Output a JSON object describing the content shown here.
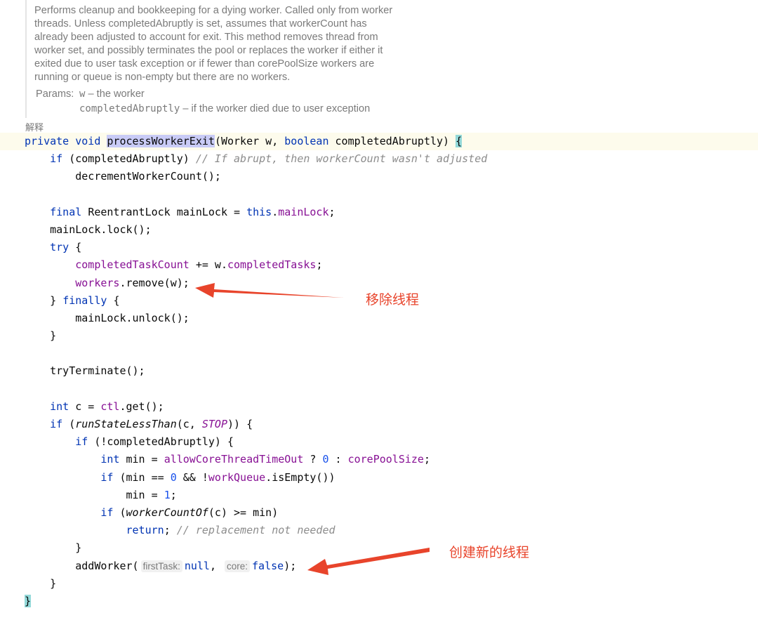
{
  "doc": {
    "lines": [
      "Performs cleanup and bookkeeping for a dying worker. Called only from worker",
      "threads. Unless completedAbruptly is set, assumes that workerCount has",
      "already been adjusted to account for exit. This method removes thread from",
      "worker set, and possibly terminates the pool or replaces the worker if either it",
      "exited due to user task exception or if fewer than corePoolSize workers are",
      "running or queue is non-empty but there are no workers."
    ],
    "params_label": "Params:",
    "params": [
      {
        "name": "w",
        "desc": " – the worker"
      },
      {
        "name": "completedAbruptly",
        "desc": " – if the worker died due to user exception"
      }
    ]
  },
  "explain_label": "解释",
  "code": [
    [
      [
        "private void ",
        "kw"
      ],
      [
        "processWorkerExit",
        "hl"
      ],
      [
        "(Worker w, ",
        ""
      ],
      [
        "boolean ",
        "kw"
      ],
      [
        "completedAbruptly) ",
        ""
      ],
      [
        "{",
        "br"
      ]
    ],
    [
      [
        "    if ",
        "kw"
      ],
      [
        "(completedAbruptly) ",
        ""
      ],
      [
        "// If abrupt, then workerCount wasn't adjusted",
        "cmt"
      ]
    ],
    [
      [
        "        decrementWorkerCount();",
        ""
      ]
    ],
    [],
    [
      [
        "    final ",
        "kw"
      ],
      [
        "ReentrantLock mainLock = ",
        ""
      ],
      [
        "this",
        "kw"
      ],
      [
        ".",
        ""
      ],
      [
        "mainLock",
        "fld"
      ],
      [
        ";",
        ""
      ]
    ],
    [
      [
        "    mainLock.lock();",
        ""
      ]
    ],
    [
      [
        "    try ",
        "kw"
      ],
      [
        "{",
        ""
      ]
    ],
    [
      [
        "        ",
        ""
      ],
      [
        "completedTaskCount",
        "fld"
      ],
      [
        " += w.",
        ""
      ],
      [
        "completedTasks",
        "fld"
      ],
      [
        ";",
        ""
      ]
    ],
    [
      [
        "        ",
        ""
      ],
      [
        "workers",
        "fld"
      ],
      [
        ".remove(w);",
        ""
      ]
    ],
    [
      [
        "    } ",
        ""
      ],
      [
        "finally ",
        "kw"
      ],
      [
        "{",
        ""
      ]
    ],
    [
      [
        "        mainLock.unlock();",
        ""
      ]
    ],
    [
      [
        "    }",
        ""
      ]
    ],
    [],
    [
      [
        "    tryTerminate();",
        ""
      ]
    ],
    [],
    [
      [
        "    int ",
        "kw"
      ],
      [
        "c = ",
        ""
      ],
      [
        "ctl",
        "fld"
      ],
      [
        ".get();",
        ""
      ]
    ],
    [
      [
        "    if ",
        "kw"
      ],
      [
        "(",
        ""
      ],
      [
        "runStateLessThan",
        "it"
      ],
      [
        "(c, ",
        ""
      ],
      [
        "STOP",
        "itf"
      ],
      [
        ")) {",
        ""
      ]
    ],
    [
      [
        "        if ",
        "kw"
      ],
      [
        "(!completedAbruptly) {",
        ""
      ]
    ],
    [
      [
        "            int ",
        "kw"
      ],
      [
        "min = ",
        ""
      ],
      [
        "allowCoreThreadTimeOut",
        "fld"
      ],
      [
        " ? ",
        ""
      ],
      [
        "0",
        "num"
      ],
      [
        " : ",
        ""
      ],
      [
        "corePoolSize",
        "fld"
      ],
      [
        ";",
        ""
      ]
    ],
    [
      [
        "            if ",
        "kw"
      ],
      [
        "(min == ",
        ""
      ],
      [
        "0",
        "num"
      ],
      [
        " && !",
        ""
      ],
      [
        "workQueue",
        "fld"
      ],
      [
        ".isEmpty())",
        ""
      ]
    ],
    [
      [
        "                min = ",
        ""
      ],
      [
        "1",
        "num"
      ],
      [
        ";",
        ""
      ]
    ],
    [
      [
        "            if ",
        "kw"
      ],
      [
        "(",
        ""
      ],
      [
        "workerCountOf",
        "it"
      ],
      [
        "(c) >= min)",
        ""
      ]
    ],
    [
      [
        "                return",
        "kw"
      ],
      [
        "; ",
        ""
      ],
      [
        "// replacement not needed",
        "cmt"
      ]
    ],
    [
      [
        "        }",
        ""
      ]
    ],
    [
      [
        "        addWorker(",
        ""
      ],
      [
        "firstTask:",
        "hint"
      ],
      [
        "null",
        "kw"
      ],
      [
        ", ",
        ""
      ],
      [
        "core:",
        "hint"
      ],
      [
        "false",
        "kw"
      ],
      [
        ");",
        ""
      ]
    ],
    [
      [
        "    }",
        ""
      ]
    ],
    [
      [
        "}",
        "br"
      ]
    ]
  ],
  "annotations": {
    "remove_thread": "移除线程",
    "create_thread": "创建新的线程",
    "color": "#e8442b"
  }
}
